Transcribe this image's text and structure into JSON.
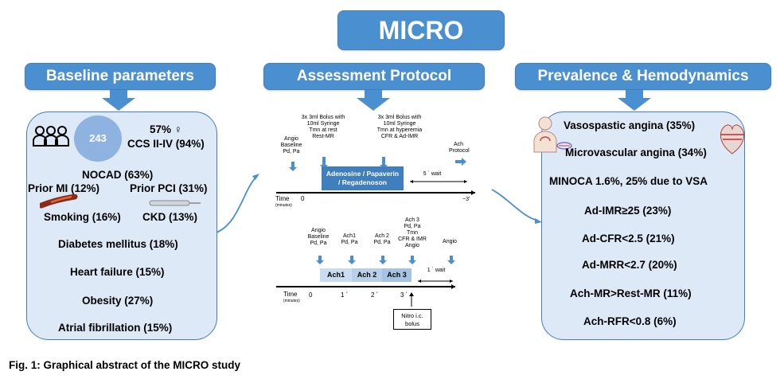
{
  "title": "MICRO",
  "sections": {
    "baseline": "Baseline parameters",
    "protocol": "Assessment Protocol",
    "prevalence": "Prevalence & Hemodynamics"
  },
  "baseline": {
    "n": "243",
    "female": "57% ♀",
    "ccs": "CCS II-IV (94%)",
    "nocad": "NOCAD (63%)",
    "prior_mi": "Prior MI (12%)",
    "prior_pci": "Prior PCI (31%)",
    "smoking": "Smoking (16%)",
    "ckd": "CKD (13%)",
    "diabetes": "Diabetes mellitus (18%)",
    "heart_failure": "Heart failure (15%)",
    "obesity": "Obesity (27%)",
    "afib": "Atrial fibrillation (15%)"
  },
  "protocol": {
    "top": {
      "angio": "Angio\nBaseline\nPd, Pa",
      "bolus_rest": "3x 3ml Bolus with\n10ml Syringe\nTmn at rest\nRest-MR",
      "bolus_hyper": "3x 3ml Bolus with\n10ml Syringe\nTmn at hyperemia\nCFR & Ad-IMR",
      "ach_protocol": "Ach\nProtocol",
      "drug": "Adenosine / Papaverin\n/ Regadenoson",
      "wait": "5 ´ wait",
      "time": "Time",
      "minutes": "(minutes)",
      "t0": "0",
      "tend": "~3'"
    },
    "bottom": {
      "angio_baseline": "Angio\nBaseline\nPd, Pa",
      "ach1_label": "Ach1\nPd, Pa",
      "ach2_label": "Ach 2\nPd, Pa",
      "ach3_label": "Ach 3\nPd, Pa\nTmn\nCFR & IMR\nAngio",
      "angio": "Angio",
      "ach1": "Ach1",
      "ach2": "Ach 2",
      "ach3": "Ach 3",
      "wait": "1 ´ wait",
      "time": "Time",
      "minutes": "(minutes)",
      "t0": "0",
      "t1": "1 ´",
      "t2": "2 ´",
      "t3": "3 ´",
      "nitro": "Nitro i.c.\nbolus"
    }
  },
  "prevalence": [
    "Vasospastic angina (35%)",
    "Microvascular angina (34%)",
    "MINOCA 1.6%,  25% due to VSA",
    "Ad-IMR≥25   (23%)",
    "Ad-CFR<2.5   (21%)",
    "Ad-MRR<2.7   (20%)",
    "Ach-MR>Rest-MR (11%)",
    "Ach-RFR<0.8  (6%)"
  ],
  "caption": "Fig. 1: Graphical abstract of the MICRO study",
  "colors": {
    "header": "#4a8fd0",
    "panel": "#dde9f6",
    "arrow": "#4a8fd0",
    "drug_box": "#3f7fbd"
  }
}
